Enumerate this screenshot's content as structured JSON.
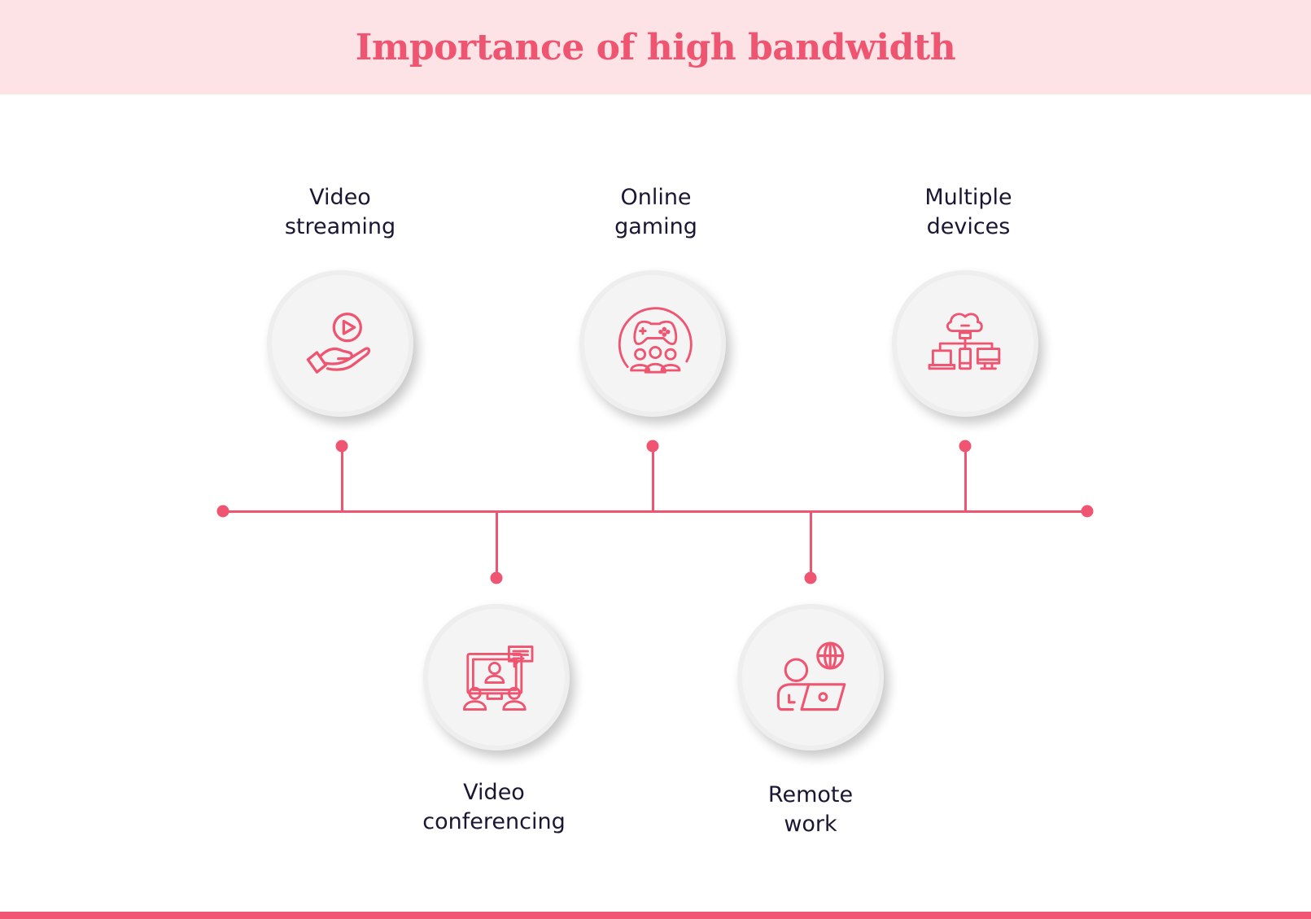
{
  "title": "Importance of high bandwidth",
  "colors": {
    "accent": "#ef5470",
    "header_bg": "#fde3e6",
    "text": "#1b1733",
    "node_bg": "#f4f4f4"
  },
  "items": [
    {
      "id": "video-streaming",
      "line1": "Video",
      "line2": "streaming",
      "icon": "hand-play-icon",
      "position": "top"
    },
    {
      "id": "online-gaming",
      "line1": "Online",
      "line2": "gaming",
      "icon": "gamepad-group-icon",
      "position": "top"
    },
    {
      "id": "multiple-devices",
      "line1": "Multiple",
      "line2": "devices",
      "icon": "cloud-devices-icon",
      "position": "top"
    },
    {
      "id": "video-conferencing",
      "line1": "Video",
      "line2": "conferencing",
      "icon": "video-conference-icon",
      "position": "bottom"
    },
    {
      "id": "remote-work",
      "line1": "Remote",
      "line2": "work",
      "icon": "remote-work-globe-icon",
      "position": "bottom"
    }
  ]
}
